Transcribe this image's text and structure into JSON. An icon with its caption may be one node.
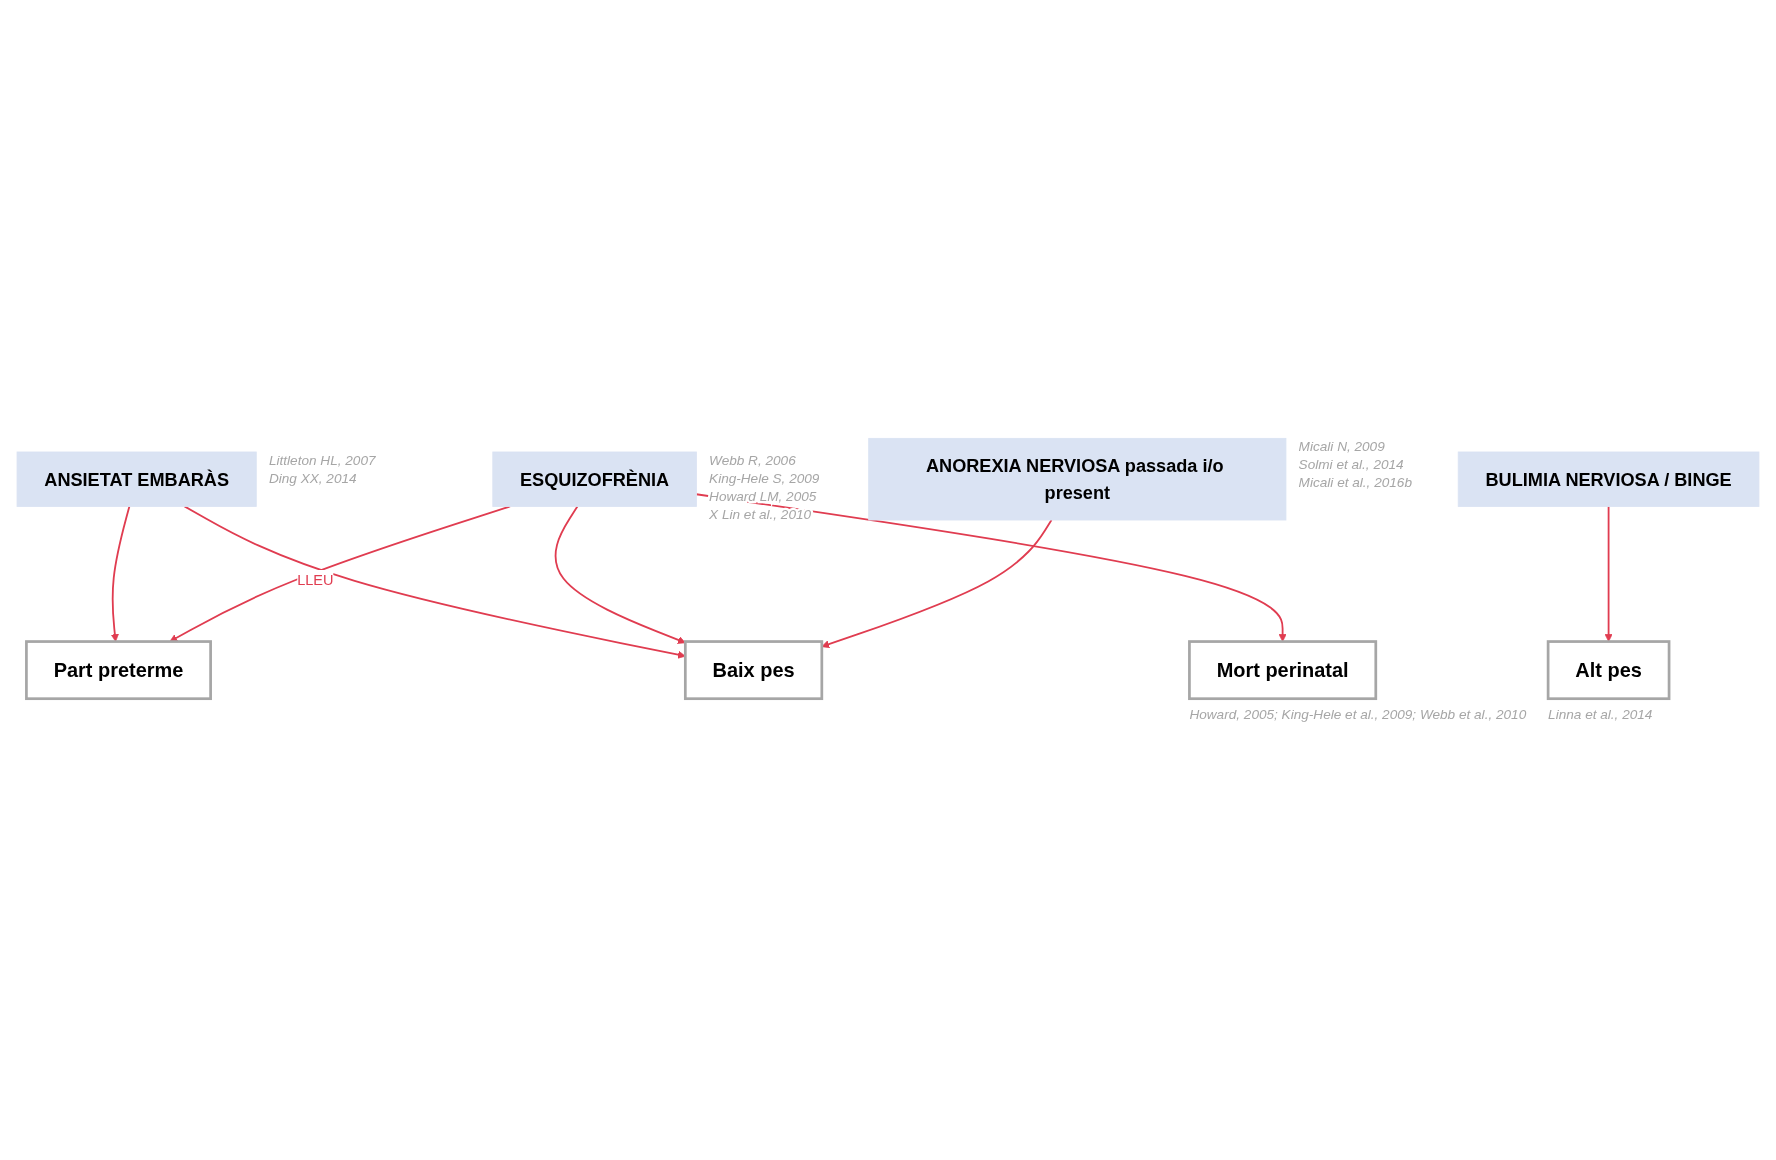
{
  "diagram": {
    "nodes": [
      {
        "text": [
          "Part preterme"
        ]
      },
      {
        "text": [
          "ANSIETAT EMBARÀS"
        ],
        "beside": [
          "Littleton HL, 2007",
          "Ding XX, 2014"
        ]
      },
      {
        "text": [
          "ESQUIZOFRÈNIA"
        ],
        "beside": [
          "Webb R, 2006",
          "King-Hele S, 2009",
          "Howard LM, 2005",
          "X Lin et al., 2010"
        ]
      },
      {
        "text": [
          "Baix pes"
        ]
      },
      {
        "text": [
          "Mort perinatal"
        ],
        "beside": [
          "Howard, 2005; King-Hele et al., 2009; Webb et al., 2010"
        ]
      },
      {
        "text": [
          "BULIMIA NERVIOSA / BINGE"
        ]
      },
      {
        "text": [
          "ANOREXIA NERVIOSA passada i/o present"
        ],
        "beside": [
          "Micali N, 2009",
          "Solmi et al., 2014",
          "Micali et al., 2016b"
        ]
      },
      {
        "text": [
          "Alt pes"
        ],
        "beside": [
          "Linna et al., 2014"
        ]
      }
    ],
    "edges": [
      {
        "from": 1,
        "to": 0,
        "arrow": "to"
      },
      {
        "from": 2,
        "to": 0,
        "arrow": "to"
      },
      {
        "from": 1,
        "to": 3,
        "arrow": "to",
        "label": "LLEU"
      },
      {
        "from": 2,
        "to": 3,
        "arrow": "to"
      },
      {
        "from": 2,
        "to": 4,
        "arrow": "to"
      },
      {
        "from": 6,
        "to": 3,
        "arrow": "to"
      },
      {
        "from": 5,
        "to": 7,
        "arrow": "to"
      }
    ]
  }
}
